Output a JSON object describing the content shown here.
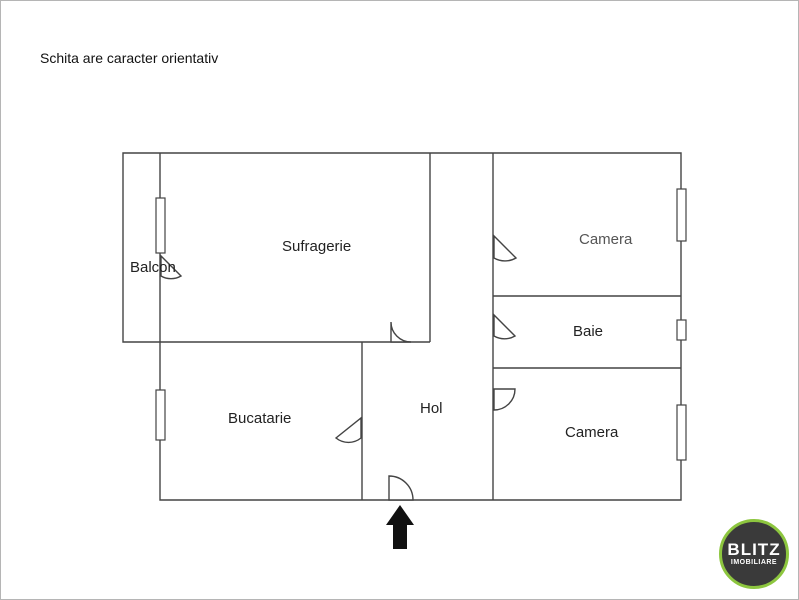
{
  "note": "Schita are caracter orientativ",
  "rooms": {
    "balcon": "Balcon",
    "sufragerie": "Sufragerie",
    "camera_top": "Camera",
    "baie": "Baie",
    "hol": "Hol",
    "bucatarie": "Bucatarie",
    "camera_bottom": "Camera"
  },
  "logo": {
    "main": "BLITZ",
    "sub": "IMOBILIARE"
  },
  "colors": {
    "line": "#444444",
    "logo_bg": "#3a3a3a",
    "logo_ring": "#8dc63f"
  }
}
